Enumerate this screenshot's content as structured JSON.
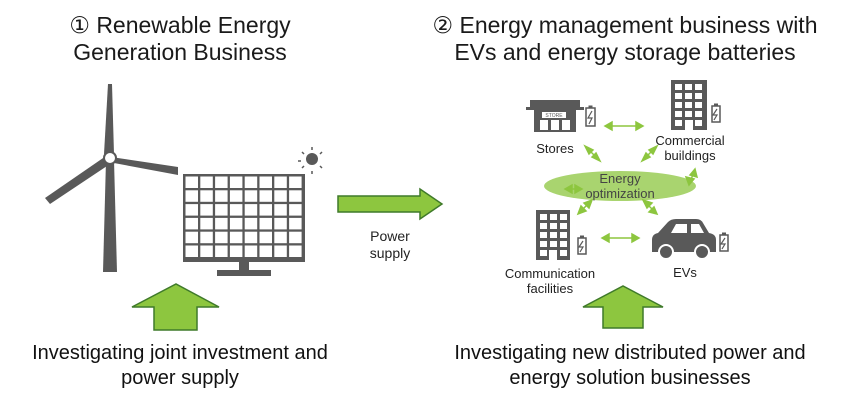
{
  "left": {
    "title_line1": "① Renewable Energy",
    "title_line2": "Generation Business",
    "bottom_line1": "Investigating joint investment and",
    "bottom_line2": "power supply"
  },
  "middle": {
    "arrow_label_line1": "Power",
    "arrow_label_line2": "supply"
  },
  "right": {
    "title_line1": "② Energy management business with",
    "title_line2": "EVs and energy storage batteries",
    "stores_label": "Stores",
    "store_sign": "STORE",
    "commercial_line1": "Commercial",
    "commercial_line2": "buildings",
    "optimization_line1": "Energy",
    "optimization_line2": "optimization",
    "comm_line1": "Communication",
    "comm_line2": "facilities",
    "evs_label": "EVs",
    "bottom_line1": "Investigating new distributed power and",
    "bottom_line2": "energy solution businesses"
  },
  "colors": {
    "green_fill": "#8dc63f",
    "green_stroke": "#3f7a2a",
    "ellipse": "#a9d46f",
    "icon_gray": "#595959",
    "link_green": "#8dc63f"
  }
}
